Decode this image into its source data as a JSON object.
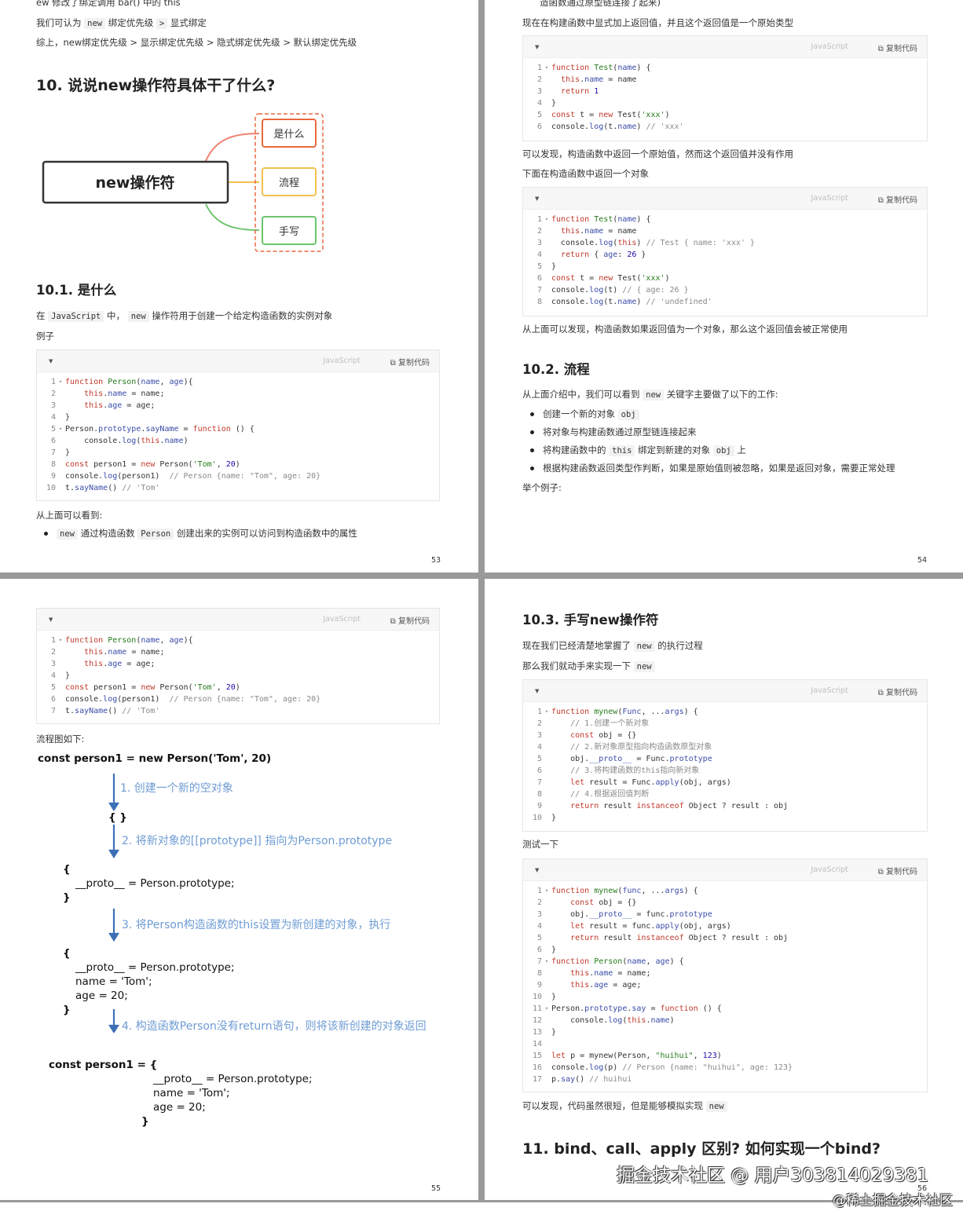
{
  "p53": {
    "top1": "ew 修改了绑定调用 bar() 中的 this",
    "top2a": "我们可认为",
    "top2b": "new",
    "top2c": "绑定优先级",
    "top2d": ">",
    "top2e": "显式绑定",
    "top3": "综上，new绑定优先级 > 显示绑定优先级 > 隐式绑定优先级 > 默认绑定优先级",
    "h2": "10. 说说new操作符具体干了什么?",
    "mind": {
      "center": "new操作符",
      "n1": "是什么",
      "n2": "流程",
      "n3": "手写"
    },
    "h3": "10.1. 是什么",
    "p1a": "在",
    "p1b": "JavaScript",
    "p1c": "中，",
    "p1d": "new",
    "p1e": "操作符用于创建一个给定构造函数的实例对象",
    "p2": "例子",
    "code_lang": "JavaScript",
    "code_copy": "复制代码",
    "p3": "从上面可以看到:",
    "li1a": "new",
    "li1b": "通过构造函数",
    "li1c": "Person",
    "li1d": "创建出来的实例可以访问到构造函数中的属性",
    "page": "53"
  },
  "p54": {
    "top1": "造函数通过原型链连接了起来)",
    "p1": "现在在构建函数中显式加上返回值，并且这个返回值是一个原始类型",
    "p2": "可以发现，构造函数中返回一个原始值，然而这个返回值并没有作用",
    "p3": "下面在构造函数中返回一个对象",
    "p4": "从上面可以发现，构造函数如果返回值为一个对象，那么这个返回值会被正常使用",
    "h3": "10.2. 流程",
    "p5a": "从上面介绍中，我们可以看到",
    "p5b": "new",
    "p5c": "关键字主要做了以下的工作:",
    "li1a": "创建一个新的对象",
    "li1b": "obj",
    "li2": "将对象与构建函数通过原型链连接起来",
    "li3a": "将构建函数中的",
    "li3b": "this",
    "li3c": "绑定到新建的对象",
    "li3d": "obj",
    "li3e": "上",
    "li4": "根据构建函数返回类型作判断，如果是原始值则被忽略，如果是返回对象，需要正常处理",
    "p6": "举个例子:",
    "code_lang": "JavaScript",
    "code_copy": "复制代码",
    "page": "54"
  },
  "p55": {
    "code_lang": "JavaScript",
    "code_copy": "复制代码",
    "p1": "流程图如下:",
    "flow": {
      "title": "const person1 = new Person('Tom', 20)",
      "s1": "1. 创建一个新的空对象",
      "o1": "{ }",
      "s2": "2. 将新对象的[[prototype]] 指向为Person.prototype",
      "b1": "{",
      "b2": "__proto__ = Person.prototype;",
      "b3": "}",
      "s3": "3. 将Person构造函数的this设置为新创建的对象，执行",
      "c1": "{",
      "c2": "__proto__ = Person.prototype;",
      "c3": "name = 'Tom';",
      "c4": "age = 20;",
      "c5": "}",
      "s4": "4. 构造函数Person没有return语句，则将该新创建的对象返回",
      "d1": "const person1  =  {",
      "d2": "__proto__ = Person.prototype;",
      "d3": "name = 'Tom';",
      "d4": "age = 20;",
      "d5": "}"
    },
    "page": "55"
  },
  "p56": {
    "h3": "10.3. 手写new操作符",
    "p1a": "现在我们已经清楚地掌握了",
    "p1b": "new",
    "p1c": "的执行过程",
    "p2a": "那么我们就动手来实现一下",
    "p2b": "new",
    "p3": "测试一下",
    "p4a": "可以发现，代码虽然很短，但是能够模拟实现",
    "p4b": "new",
    "h2": "11. bind、call、apply 区别? 如何实现一个bind?",
    "code_lang": "JavaScript",
    "code_copy": "复制代码",
    "page": "56"
  },
  "watermark1": "掘金技术社区 @ 用户303814029381",
  "watermark2": "@稀土掘金技术社区",
  "code53": [
    [
      "1",
      "▾",
      "<span class=kw>function</span> <span class=st>Person</span>(<span class=pr>name</span>, <span class=pr>age</span>){"
    ],
    [
      "2",
      "",
      "    <span class=kw>this</span>.<span class=pr>name</span> = name;"
    ],
    [
      "3",
      "",
      "    <span class=kw>this</span>.<span class=pr>age</span> = age;"
    ],
    [
      "4",
      "",
      "}"
    ],
    [
      "5",
      "▾",
      "Person.<span class=pr>prototype</span>.<span class=pr>sayName</span> = <span class=kw>function</span> () {"
    ],
    [
      "6",
      "",
      "    console.<span class=pr>log</span>(<span class=kw>this</span>.<span class=pr>name</span>)"
    ],
    [
      "7",
      "",
      "}"
    ],
    [
      "8",
      "",
      "<span class=kw>const</span> person1 = <span class=kw>new</span> Person(<span class=st>'Tom'</span>, <span class=nm>20</span>)"
    ],
    [
      "9",
      "",
      "console.<span class=pr>log</span>(person1)  <span class=cm>// Person {name: \"Tom\", age: 20}</span>"
    ],
    [
      "10",
      "",
      "t.<span class=pr>sayName</span>() <span class=cm>// 'Tom'</span>"
    ]
  ],
  "code54a": [
    [
      "1",
      "▾",
      "<span class=kw>function</span> <span class=st>Test</span>(<span class=pr>name</span>) {"
    ],
    [
      "2",
      "",
      "  <span class=kw>this</span>.<span class=pr>name</span> = name"
    ],
    [
      "3",
      "",
      "  <span class=kw>return</span> <span class=nm>1</span>"
    ],
    [
      "4",
      "",
      "}"
    ],
    [
      "5",
      "",
      "<span class=kw>const</span> t = <span class=kw>new</span> Test(<span class=st>'xxx'</span>)"
    ],
    [
      "6",
      "",
      "console.<span class=pr>log</span>(t.<span class=pr>name</span>) <span class=cm>// 'xxx'</span>"
    ]
  ],
  "code54b": [
    [
      "1",
      "▾",
      "<span class=kw>function</span> <span class=st>Test</span>(<span class=pr>name</span>) {"
    ],
    [
      "2",
      "",
      "  <span class=kw>this</span>.<span class=pr>name</span> = name"
    ],
    [
      "3",
      "",
      "  console.<span class=pr>log</span>(<span class=kw>this</span>) <span class=cm>// Test { name: 'xxx' }</span>"
    ],
    [
      "4",
      "",
      "  <span class=kw>return</span> { <span class=pr>age</span>: <span class=nm>26</span> }"
    ],
    [
      "5",
      "",
      "}"
    ],
    [
      "6",
      "",
      "<span class=kw>const</span> t = <span class=kw>new</span> Test(<span class=st>'xxx'</span>)"
    ],
    [
      "7",
      "",
      "console.<span class=pr>log</span>(t) <span class=cm>// { age: 26 }</span>"
    ],
    [
      "8",
      "",
      "console.<span class=pr>log</span>(t.<span class=pr>name</span>) <span class=cm>// 'undefined'</span>"
    ]
  ],
  "code55": [
    [
      "1",
      "▾",
      "<span class=kw>function</span> <span class=st>Person</span>(<span class=pr>name</span>, <span class=pr>age</span>){"
    ],
    [
      "2",
      "",
      "    <span class=kw>this</span>.<span class=pr>name</span> = name;"
    ],
    [
      "3",
      "",
      "    <span class=kw>this</span>.<span class=pr>age</span> = age;"
    ],
    [
      "4",
      "",
      "}"
    ],
    [
      "5",
      "",
      "<span class=kw>const</span> person1 = <span class=kw>new</span> Person(<span class=st>'Tom'</span>, <span class=nm>20</span>)"
    ],
    [
      "6",
      "",
      "console.<span class=pr>log</span>(person1)  <span class=cm>// Person {name: \"Tom\", age: 20}</span>"
    ],
    [
      "7",
      "",
      "t.<span class=pr>sayName</span>() <span class=cm>// 'Tom'</span>"
    ]
  ],
  "code56a": [
    [
      "1",
      "▾",
      "<span class=kw>function</span> <span class=st>mynew</span>(<span class=pr>Func</span>, ...<span class=pr>args</span>) {"
    ],
    [
      "2",
      "",
      "    <span class=cm>// 1.创建一个新对象</span>"
    ],
    [
      "3",
      "",
      "    <span class=kw>const</span> obj = {}"
    ],
    [
      "4",
      "",
      "    <span class=cm>// 2.新对象原型指向构造函数原型对象</span>"
    ],
    [
      "5",
      "",
      "    obj.<span class=pr>__proto__</span> = Func.<span class=pr>prototype</span>"
    ],
    [
      "6",
      "",
      "    <span class=cm>// 3.将构建函数的this指向新对象</span>"
    ],
    [
      "7",
      "",
      "    <span class=kw>let</span> result = Func.<span class=pr>apply</span>(obj, args)"
    ],
    [
      "8",
      "",
      "    <span class=cm>// 4.根据返回值判断</span>"
    ],
    [
      "9",
      "",
      "    <span class=kw>return</span> result <span class=kw>instanceof</span> Object ? result : obj"
    ],
    [
      "10",
      "",
      "}"
    ]
  ],
  "code56b": [
    [
      "1",
      "▾",
      "<span class=kw>function</span> <span class=st>mynew</span>(<span class=pr>func</span>, ...<span class=pr>args</span>) {"
    ],
    [
      "2",
      "",
      "    <span class=kw>const</span> obj = {}"
    ],
    [
      "3",
      "",
      "    obj.<span class=pr>__proto__</span> = func.<span class=pr>prototype</span>"
    ],
    [
      "4",
      "",
      "    <span class=kw>let</span> result = func.<span class=pr>apply</span>(obj, args)"
    ],
    [
      "5",
      "",
      "    <span class=kw>return</span> result <span class=kw>instanceof</span> Object ? result : obj"
    ],
    [
      "6",
      "",
      "}"
    ],
    [
      "7",
      "▾",
      "<span class=kw>function</span> <span class=st>Person</span>(<span class=pr>name</span>, <span class=pr>age</span>) {"
    ],
    [
      "8",
      "",
      "    <span class=kw>this</span>.<span class=pr>name</span> = name;"
    ],
    [
      "9",
      "",
      "    <span class=kw>this</span>.<span class=pr>age</span> = age;"
    ],
    [
      "10",
      "",
      "}"
    ],
    [
      "11",
      "▾",
      "Person.<span class=pr>prototype</span>.<span class=pr>say</span> = <span class=kw>function</span> () {"
    ],
    [
      "12",
      "",
      "    console.<span class=pr>log</span>(<span class=kw>this</span>.<span class=pr>name</span>)"
    ],
    [
      "13",
      "",
      "}"
    ],
    [
      "14",
      "",
      ""
    ],
    [
      "15",
      "",
      "<span class=kw>let</span> p = mynew(Person, <span class=st>\"huihui\"</span>, <span class=nm>123</span>)"
    ],
    [
      "16",
      "",
      "console.<span class=pr>log</span>(p) <span class=cm>// Person {name: \"huihui\", age: 123}</span>"
    ],
    [
      "17",
      "",
      "p.<span class=pr>say</span>() <span class=cm>// huihui</span>"
    ]
  ]
}
